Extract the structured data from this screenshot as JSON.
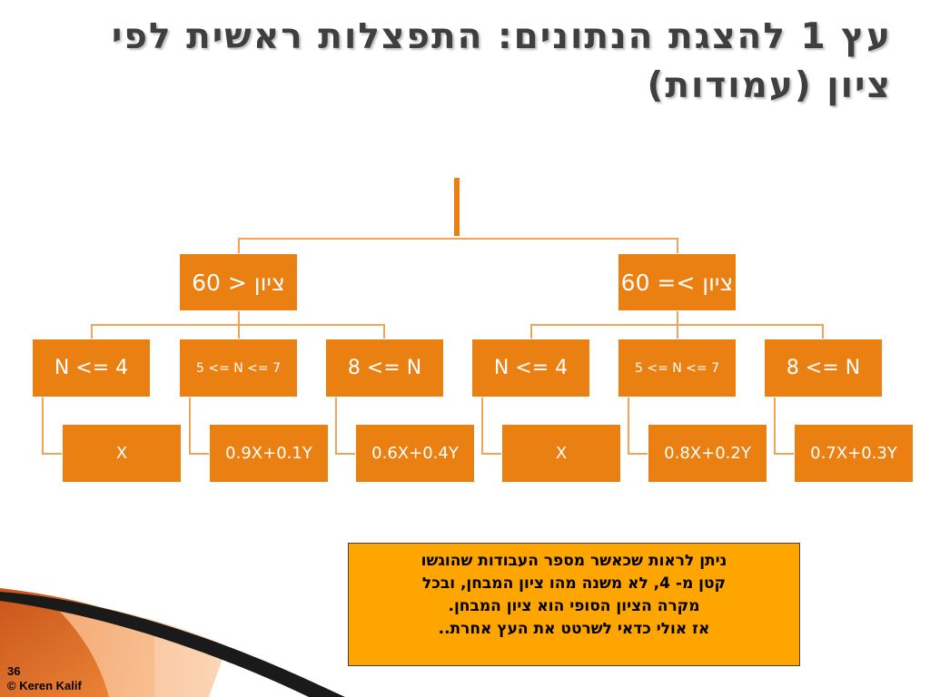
{
  "title": {
    "line1": "עץ 1 להצגת הנתונים: התפצלות ראשית לפי",
    "line2": "ציון (עמודות)"
  },
  "tree": {
    "branches": [
      {
        "label": "ציון < 60",
        "conditions": [
          {
            "label": "N <= 4",
            "result": "X"
          },
          {
            "label": "5 <= N <= 7",
            "result": "0.9X+0.1Y"
          },
          {
            "label": "8 <= N",
            "result": "0.6X+0.4Y"
          }
        ]
      },
      {
        "label": "ציון >= 60",
        "conditions": [
          {
            "label": "N <= 4",
            "result": "X"
          },
          {
            "label": "5 <= N <= 7",
            "result": "0.8X+0.2Y"
          },
          {
            "label": "8 <= N",
            "result": "0.7X+0.3Y"
          }
        ]
      }
    ]
  },
  "callout": {
    "lines": [
      "ניתן לראות שכאשר מספר העבודות שהוגשו",
      "קטן מ- 4, לא משנה מהו ציון המבחן, ובכל",
      "מקרה הציון הסופי הוא ציון המבחן.",
      "אז אולי כדאי לשרטט את העץ אחרת.."
    ]
  },
  "footer": {
    "slide_number": "36",
    "copyright": "© Keren Kalif"
  },
  "colors": {
    "box_fill": "#ea8012",
    "connector": "#f0a45a",
    "title_text": "#3f3f3f",
    "callout_fill": "#ffa500"
  }
}
